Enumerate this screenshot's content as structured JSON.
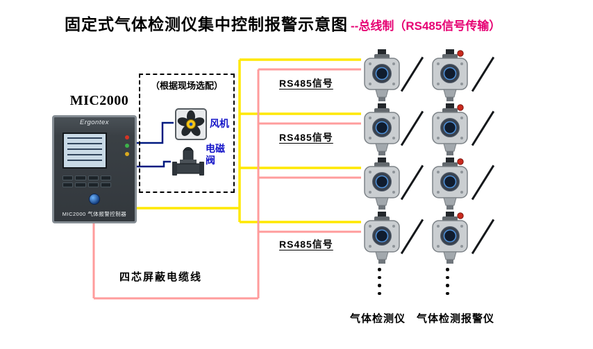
{
  "title": {
    "main": "固定式气体检测仪集中控制报警示意图",
    "suffix": "--总线制（RS485信号传输）"
  },
  "controller": {
    "model": "MIC2000",
    "brand": "Ergontex",
    "panel_caption": "MIC2000 气体报警控制器"
  },
  "optional_box": {
    "caption": "（根据现场选配）",
    "fan_label": "风机",
    "valve_label": "电磁阀"
  },
  "labels": {
    "rs485": "RS485信号",
    "cable": "四芯屏蔽电缆线",
    "detector_column": "气体检测仪",
    "alarm_column": "气体检测报警仪"
  },
  "colors": {
    "accent": "#e60073",
    "wire_yellow": "#ffe800",
    "wire_pink": "#ff9c9c",
    "wire_navy": "#001a80",
    "component_label_blue": "#1414c8"
  }
}
